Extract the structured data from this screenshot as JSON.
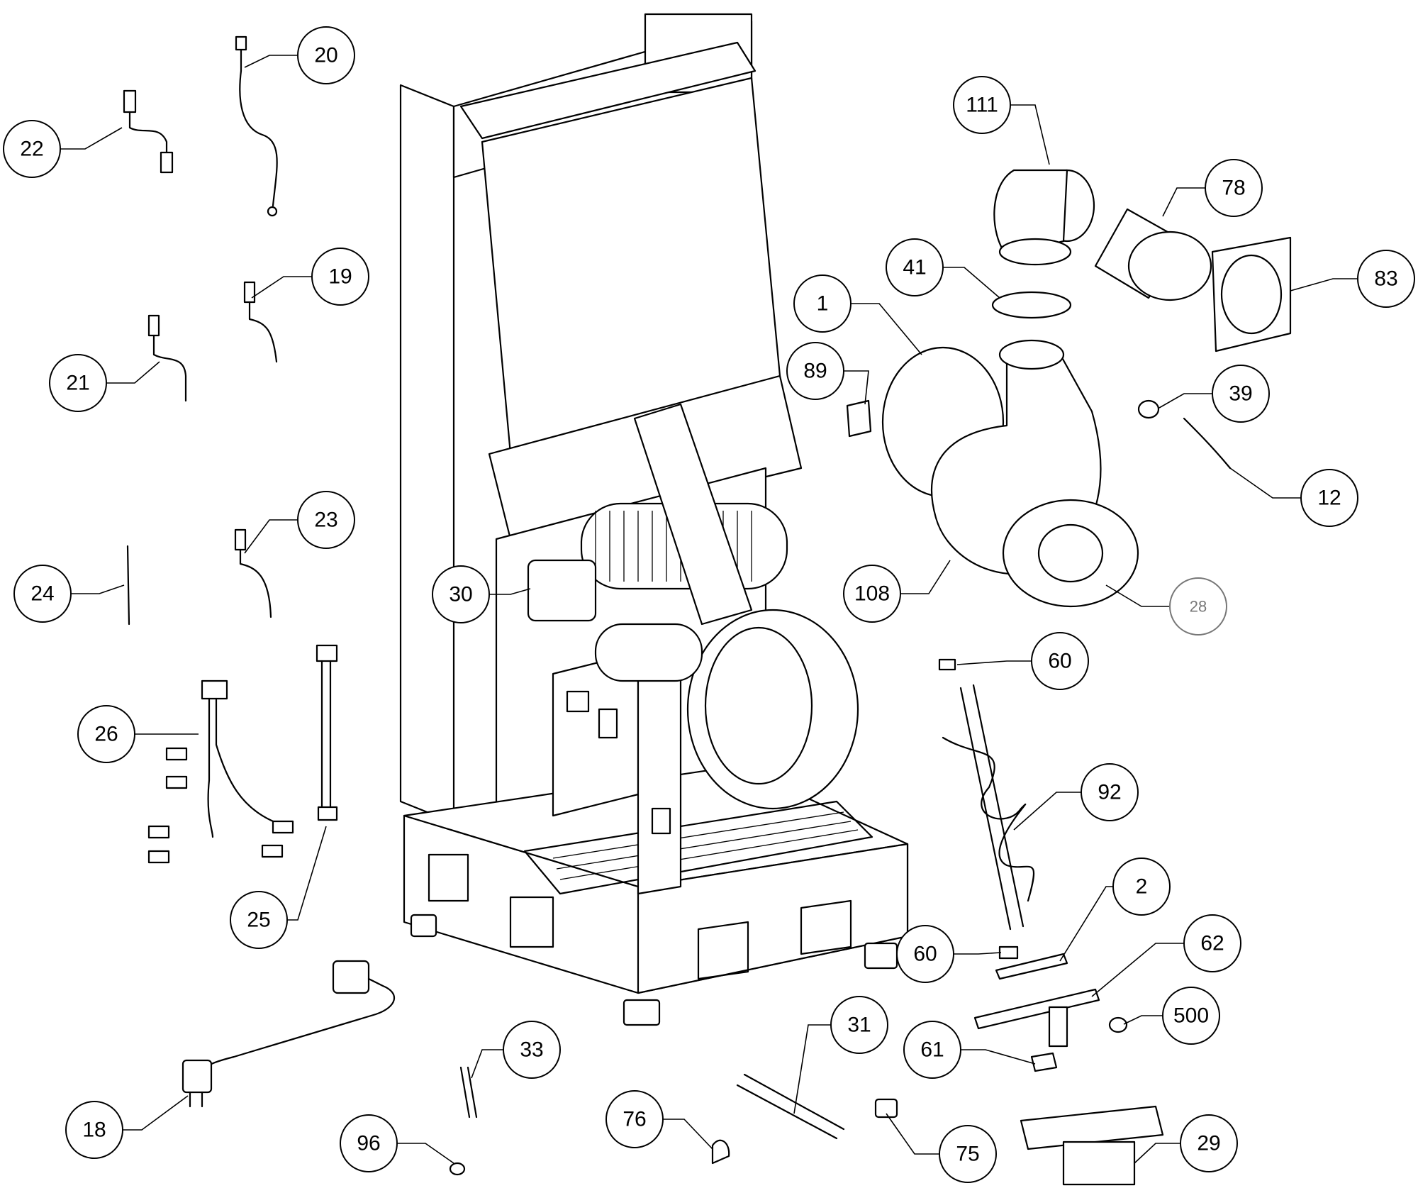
{
  "callouts": [
    {
      "id": "c-20",
      "label": "20"
    },
    {
      "id": "c-22",
      "label": "22"
    },
    {
      "id": "c-19",
      "label": "19"
    },
    {
      "id": "c-21",
      "label": "21"
    },
    {
      "id": "c-23",
      "label": "23"
    },
    {
      "id": "c-24",
      "label": "24"
    },
    {
      "id": "c-26",
      "label": "26"
    },
    {
      "id": "c-25",
      "label": "25"
    },
    {
      "id": "c-18",
      "label": "18"
    },
    {
      "id": "c-33",
      "label": "33"
    },
    {
      "id": "c-96",
      "label": "96"
    },
    {
      "id": "c-30",
      "label": "30"
    },
    {
      "id": "c-111",
      "label": "111"
    },
    {
      "id": "c-78",
      "label": "78"
    },
    {
      "id": "c-41",
      "label": "41"
    },
    {
      "id": "c-83",
      "label": "83"
    },
    {
      "id": "c-1",
      "label": "1"
    },
    {
      "id": "c-89",
      "label": "89"
    },
    {
      "id": "c-39",
      "label": "39"
    },
    {
      "id": "c-12",
      "label": "12"
    },
    {
      "id": "c-108",
      "label": "108"
    },
    {
      "id": "c-28",
      "label": "28"
    },
    {
      "id": "c-60a",
      "label": "60"
    },
    {
      "id": "c-92",
      "label": "92"
    },
    {
      "id": "c-2",
      "label": "2"
    },
    {
      "id": "c-60b",
      "label": "60"
    },
    {
      "id": "c-62",
      "label": "62"
    },
    {
      "id": "c-500",
      "label": "500"
    },
    {
      "id": "c-61",
      "label": "61"
    },
    {
      "id": "c-31",
      "label": "31"
    },
    {
      "id": "c-76",
      "label": "76"
    },
    {
      "id": "c-75",
      "label": "75"
    },
    {
      "id": "c-29",
      "label": "29"
    }
  ],
  "colors": {
    "line": "#000000",
    "background": "#ffffff",
    "muted": "#777777"
  }
}
